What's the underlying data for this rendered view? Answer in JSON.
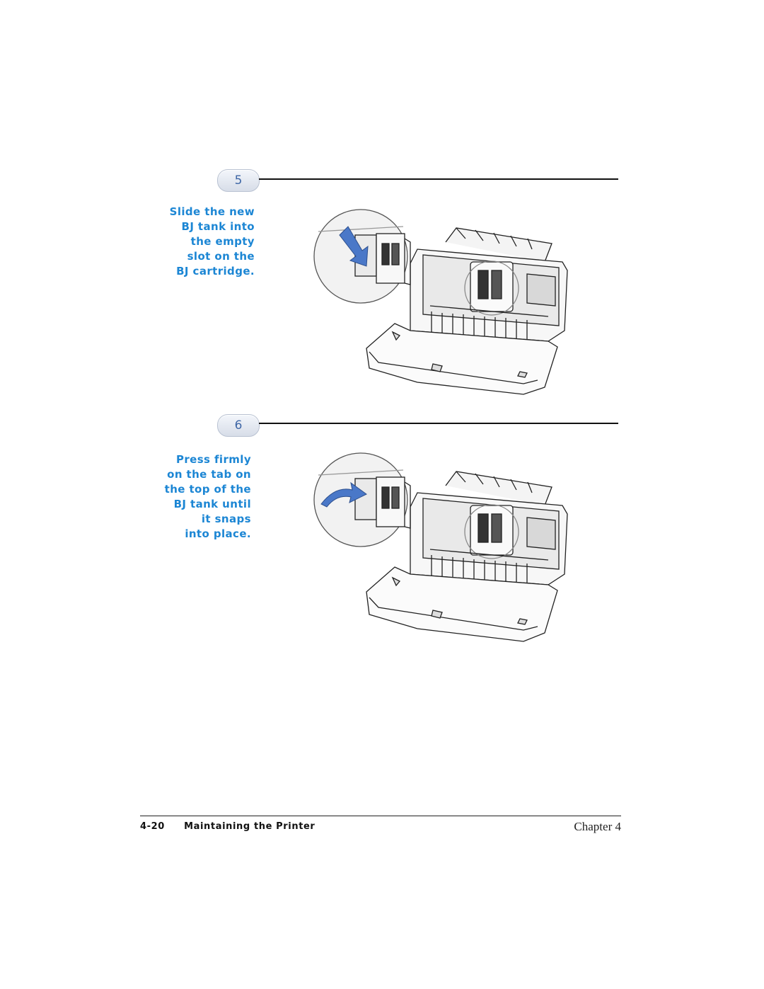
{
  "steps": [
    {
      "number": "5",
      "lines": [
        "Slide the new",
        "BJ tank into",
        "the empty",
        "slot on the",
        "BJ cartridge."
      ],
      "arrow": "down"
    },
    {
      "number": "6",
      "lines": [
        "Press firmly",
        "on the tab on",
        "the top of the",
        "BJ tank until",
        "it snaps",
        "into place."
      ],
      "arrow": "curve"
    }
  ],
  "footer": {
    "page_number": "4-20",
    "section_title": "Maintaining the Printer",
    "chapter": "Chapter 4"
  },
  "colors": {
    "instruction_text": "#1c86d4",
    "badge_text": "#3f67a6",
    "arrow": "#4a78c8"
  }
}
